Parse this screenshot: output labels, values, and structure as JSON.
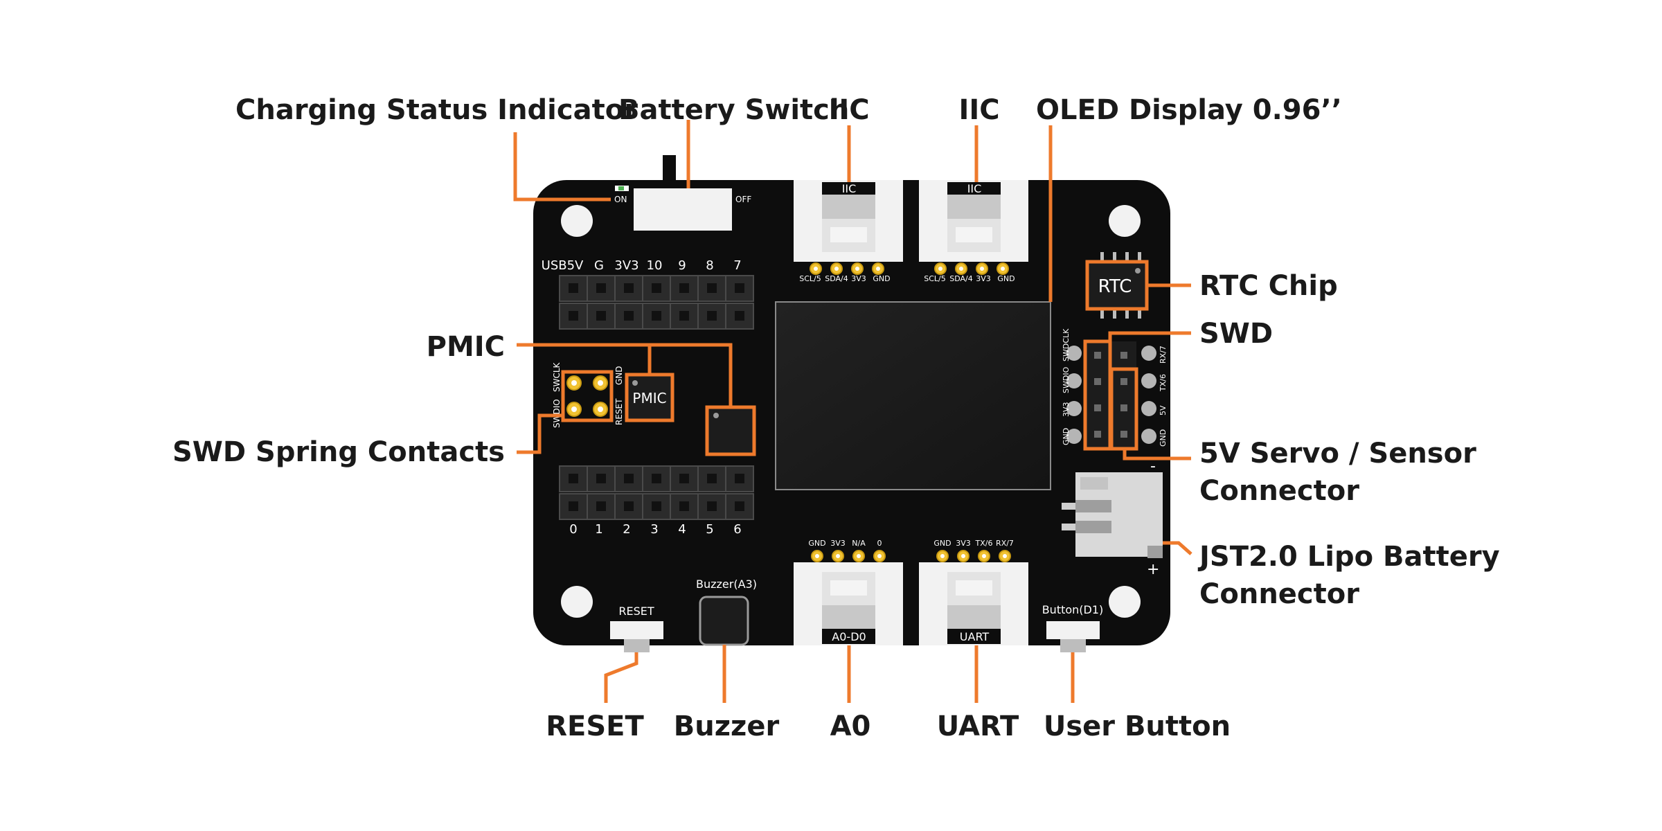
{
  "callouts": {
    "charging_status": "Charging Status Indicator",
    "battery_switch": "Battery Switch",
    "iic_left": "IIC",
    "iic_right": "IIC",
    "oled": "OLED Display 0.96’’",
    "rtc_chip": "RTC Chip",
    "swd": "SWD",
    "pmic": "PMIC",
    "swd_spring": "SWD Spring Contacts",
    "servo_line1": "5V Servo / Sensor",
    "servo_line2": "Connector",
    "jst_line1": "JST2.0 Lipo Battery",
    "jst_line2": "Connector",
    "reset": "RESET",
    "buzzer": "Buzzer",
    "a0": "A0",
    "uart": "UART",
    "user_button": "User Button"
  },
  "board": {
    "switch_on": "ON",
    "switch_off": "OFF",
    "header_top": [
      "USB5V",
      "G",
      "3V3",
      "10",
      "9",
      "8",
      "7"
    ],
    "header_bottom": [
      "0",
      "1",
      "2",
      "3",
      "4",
      "5",
      "6"
    ],
    "iic_label": "IIC",
    "iic_pins": [
      "SCL/5",
      "SDA/4",
      "3V3",
      "GND"
    ],
    "a0_pins": [
      "GND",
      "3V3",
      "N/A",
      "0"
    ],
    "a0_label": "A0-D0",
    "uart_pins": [
      "GND",
      "3V3",
      "TX/6",
      "RX/7"
    ],
    "uart_label": "UART",
    "pmic_chip": "PMIC",
    "rtc_chip": "RTC",
    "swd_left_pins": [
      "SWDCLK",
      "SWDIO",
      "3V3",
      "GND"
    ],
    "swd_right_pins": [
      "RX/7",
      "TX/6",
      "5V",
      "GND"
    ],
    "spring_labels": [
      "SWCLK",
      "GND",
      "SWDIO",
      "RESET"
    ],
    "reset_label": "RESET",
    "buzzer_label": "Buzzer(A3)",
    "button_label": "Button(D1)",
    "batt_minus": "-",
    "batt_plus": "+"
  },
  "colors": {
    "accent": "#ee7a2c",
    "board": "#0d0d0d",
    "pad": "#f1c232"
  }
}
